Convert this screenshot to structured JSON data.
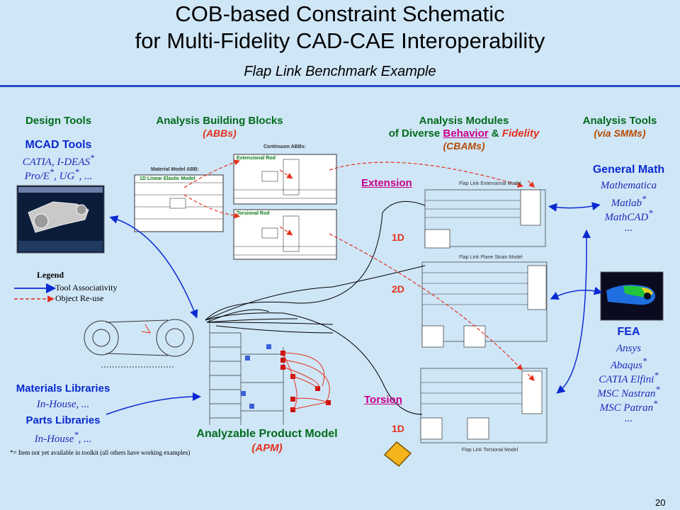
{
  "title": {
    "line1": "COB-based Constraint Schematic",
    "line2": "for Multi-Fidelity CAD-CAE Interoperability",
    "subtitle": "Flap Link Benchmark Example"
  },
  "columns": {
    "design_tools": "Design Tools",
    "abb_title": "Analysis Building Blocks",
    "abb_sub": "(ABBs)",
    "am_title": "Analysis Modules",
    "am_line2_pre": "of Diverse ",
    "am_behavior": "Behavior",
    "am_amp": " & ",
    "am_fidelity": "Fidelity",
    "am_sub": "(CBAMs)",
    "analysis_tools": "Analysis Tools",
    "analysis_tools_sub": "(via SMMs)"
  },
  "mcad": {
    "title": "MCAD Tools",
    "line1": "CATIA, I-DEAS",
    "line1_star": "*",
    "line2": "Pro/E",
    "line2_star": "*",
    "line2b": ", UG",
    "line2b_star": "*",
    "line2c": ", ..."
  },
  "abb": {
    "continuum": "Continuum ABBs:",
    "material": "Material Model ABB:",
    "linear": "1D Linear Elastic Model",
    "extensional": "Extensional Rod",
    "torsional": "Torsional Rod"
  },
  "modules": {
    "extension": "Extension",
    "torsion": "Torsion",
    "ext_model": "Flap Link Extensional Model",
    "plane_model": "Flap Link Plane Strain Model",
    "tor_model": "Flap Link Torsional Model",
    "f1": "1D",
    "f2": "2D",
    "f3": "1D"
  },
  "general_math": {
    "title": "General Math",
    "l1": "Mathematica",
    "l2": "Matlab",
    "l3": "MathCAD",
    "l4": "...",
    "star": "*"
  },
  "fea": {
    "title": "FEA",
    "l1": "Ansys",
    "l2": "Abaqus",
    "l3": "CATIA Elfini",
    "l4": "MSC Nastran",
    "l5": "MSC Patran",
    "l6": "...",
    "star": "*"
  },
  "legend": {
    "title": "Legend",
    "assoc": "Tool Associativity",
    "reuse": "Object Re-use"
  },
  "libraries": {
    "mat_title": "Materials Libraries",
    "mat_sub": "In-House, ...",
    "parts_title": "Parts Libraries",
    "parts_sub": "In-House",
    "parts_star": "*",
    "parts_tail": ", ..."
  },
  "apm": {
    "title": "Analyzable Product Model",
    "sub": "(APM)"
  },
  "footnote": "*= Item not yet available in toolkit (all others have working examples)",
  "page_number": "20",
  "colors": {
    "background": "#cfe6f7",
    "header_green": "#006b1a",
    "tool_blue": "#0a2ad1",
    "fidelity_red": "#e5301c",
    "behavior_magenta": "#c8008a"
  }
}
